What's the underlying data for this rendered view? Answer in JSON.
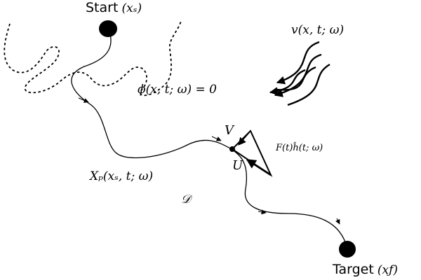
{
  "diagram": {
    "start": {
      "word": "Start",
      "math": "(xₛ)"
    },
    "target": {
      "word": "Target",
      "math": "(xƒ)"
    },
    "velocity": "v(x, t; ω)",
    "level_set": "ϕ(x, t; ω) = 0",
    "path": "Xₚ(xₛ, t; ω)",
    "domain": "𝒟",
    "steering": "F(t)ĥ(t; ω)",
    "v_point": "V",
    "u_point": "U"
  },
  "colors": {
    "ink": "#000000",
    "background": "#ffffff"
  }
}
